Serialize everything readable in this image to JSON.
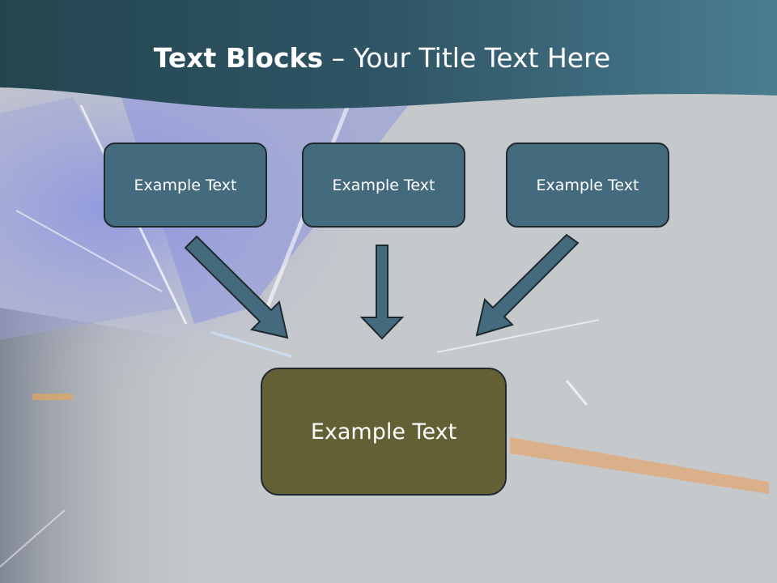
{
  "title": {
    "bold": "Text Blocks",
    "rest": " – Your Title Text Here"
  },
  "top_boxes": [
    "Example Text",
    "Example Text",
    "Example Text"
  ],
  "bottom_box": "Example Text",
  "colors": {
    "header": "#2f5566",
    "top_box": "#446a7d",
    "bottom_box": "#636035",
    "arrow": "#446a7d",
    "background": "#c6c9cb"
  },
  "icons": [
    "arrow-down-right-icon",
    "arrow-down-icon",
    "arrow-down-left-icon"
  ]
}
